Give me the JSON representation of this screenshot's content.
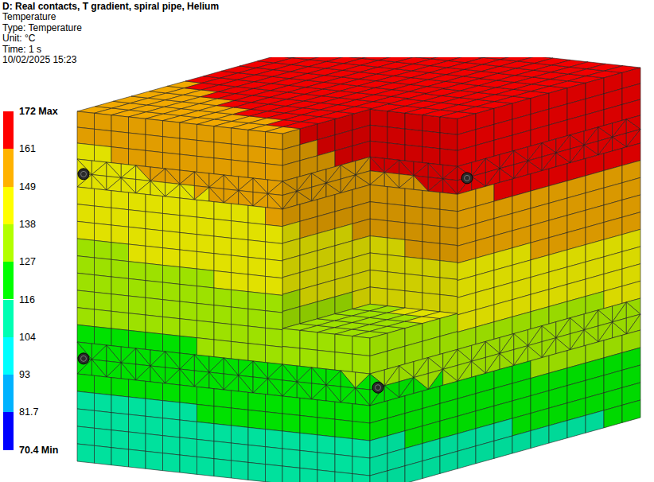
{
  "diagram": {
    "title": "D: Real contacts, T gradient, spiral pipe, Helium",
    "labels": [
      "Temperature",
      "Type: Temperature",
      "Unit: °C",
      "Time: 1 s",
      "10/02/2025 15:23"
    ],
    "legend": [
      {
        "text": "172 Max",
        "color": "#ff0000"
      },
      {
        "text": "161",
        "color": "#ffb200"
      },
      {
        "text": "149",
        "color": "#ffff00"
      },
      {
        "text": "138",
        "color": "#b2ff00"
      },
      {
        "text": "127",
        "color": "#00ff00"
      },
      {
        "text": "116",
        "color": "#00ffb2"
      },
      {
        "text": "104",
        "color": "#00ffff"
      },
      {
        "text": "93",
        "color": "#00b2ff"
      },
      {
        "text": "81.7",
        "color": "#0000ff"
      },
      {
        "text": "70.4 Min"
      }
    ]
  }
}
